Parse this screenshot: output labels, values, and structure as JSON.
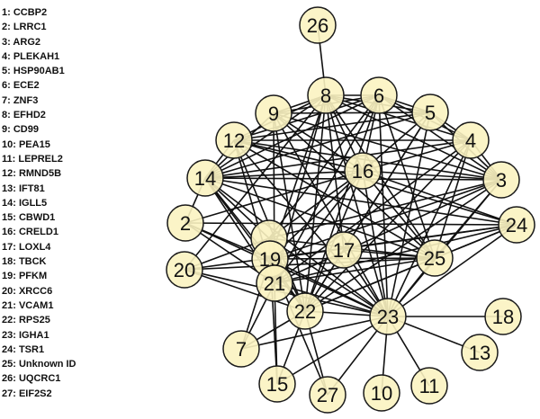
{
  "legend": [
    {
      "id": "1",
      "name": "CCBP2"
    },
    {
      "id": "2",
      "name": "LRRC1"
    },
    {
      "id": "3",
      "name": "ARG2"
    },
    {
      "id": "4",
      "name": "PLEKAH1"
    },
    {
      "id": "5",
      "name": "HSP90AB1"
    },
    {
      "id": "6",
      "name": "ECE2"
    },
    {
      "id": "7",
      "name": "ZNF3"
    },
    {
      "id": "8",
      "name": "EFHD2"
    },
    {
      "id": "9",
      "name": "CD99"
    },
    {
      "id": "10",
      "name": "PEA15"
    },
    {
      "id": "11",
      "name": "LEPREL2"
    },
    {
      "id": "12",
      "name": "RMND5B"
    },
    {
      "id": "13",
      "name": "IFT81"
    },
    {
      "id": "14",
      "name": "IGLL5"
    },
    {
      "id": "15",
      "name": "CBWD1"
    },
    {
      "id": "16",
      "name": "CRELD1"
    },
    {
      "id": "17",
      "name": "LOXL4"
    },
    {
      "id": "18",
      "name": "TBCK"
    },
    {
      "id": "19",
      "name": "PFKM"
    },
    {
      "id": "20",
      "name": "XRCC6"
    },
    {
      "id": "21",
      "name": "VCAM1"
    },
    {
      "id": "22",
      "name": "RPS25"
    },
    {
      "id": "23",
      "name": "IGHA1"
    },
    {
      "id": "24",
      "name": "TSR1"
    },
    {
      "id": "25",
      "name": "Unknown ID"
    },
    {
      "id": "26",
      "name": "UQCRC1"
    },
    {
      "id": "27",
      "name": "EIF2S2"
    }
  ],
  "legend_separator": ": ",
  "colors": {
    "node_fill": "#fbf3c1",
    "node_stroke": "#1a1a1a",
    "edge": "#111111",
    "text": "#111111"
  },
  "nodes": [
    {
      "id": "1",
      "label": ""
    },
    {
      "id": "2",
      "label": "2"
    },
    {
      "id": "3",
      "label": "3"
    },
    {
      "id": "4",
      "label": "4"
    },
    {
      "id": "5",
      "label": "5"
    },
    {
      "id": "6",
      "label": "6"
    },
    {
      "id": "7",
      "label": "7"
    },
    {
      "id": "8",
      "label": "8"
    },
    {
      "id": "9",
      "label": "9"
    },
    {
      "id": "10",
      "label": "10"
    },
    {
      "id": "11",
      "label": "11"
    },
    {
      "id": "12",
      "label": "12"
    },
    {
      "id": "13",
      "label": "13"
    },
    {
      "id": "14",
      "label": "14"
    },
    {
      "id": "15",
      "label": "15"
    },
    {
      "id": "16",
      "label": "16"
    },
    {
      "id": "17",
      "label": "17"
    },
    {
      "id": "18",
      "label": "18"
    },
    {
      "id": "19",
      "label": "19"
    },
    {
      "id": "20",
      "label": "20"
    },
    {
      "id": "21",
      "label": "21"
    },
    {
      "id": "22",
      "label": "22"
    },
    {
      "id": "23",
      "label": "23"
    },
    {
      "id": "24",
      "label": "24"
    },
    {
      "id": "25",
      "label": "25"
    },
    {
      "id": "26",
      "label": "26"
    },
    {
      "id": "27",
      "label": "27"
    }
  ],
  "edges": [
    [
      "26",
      "8"
    ],
    [
      "8",
      "6"
    ],
    [
      "8",
      "9"
    ],
    [
      "8",
      "12"
    ],
    [
      "8",
      "14"
    ],
    [
      "8",
      "16"
    ],
    [
      "8",
      "22"
    ],
    [
      "8",
      "23"
    ],
    [
      "8",
      "19"
    ],
    [
      "8",
      "17"
    ],
    [
      "8",
      "20"
    ],
    [
      "8",
      "3"
    ],
    [
      "8",
      "4"
    ],
    [
      "8",
      "5"
    ],
    [
      "8",
      "25"
    ],
    [
      "8",
      "21"
    ],
    [
      "6",
      "5"
    ],
    [
      "6",
      "12"
    ],
    [
      "6",
      "14"
    ],
    [
      "6",
      "16"
    ],
    [
      "6",
      "23"
    ],
    [
      "6",
      "22"
    ],
    [
      "6",
      "3"
    ],
    [
      "6",
      "25"
    ],
    [
      "6",
      "4"
    ],
    [
      "6",
      "9"
    ],
    [
      "6",
      "21"
    ],
    [
      "6",
      "1"
    ],
    [
      "5",
      "4"
    ],
    [
      "5",
      "3"
    ],
    [
      "5",
      "14"
    ],
    [
      "5",
      "16"
    ],
    [
      "5",
      "23"
    ],
    [
      "5",
      "22"
    ],
    [
      "5",
      "9"
    ],
    [
      "5",
      "12"
    ],
    [
      "5",
      "17"
    ],
    [
      "4",
      "3"
    ],
    [
      "4",
      "14"
    ],
    [
      "4",
      "12"
    ],
    [
      "4",
      "16"
    ],
    [
      "4",
      "23"
    ],
    [
      "4",
      "21"
    ],
    [
      "4",
      "22"
    ],
    [
      "4",
      "25"
    ],
    [
      "3",
      "14"
    ],
    [
      "3",
      "12"
    ],
    [
      "3",
      "16"
    ],
    [
      "3",
      "23"
    ],
    [
      "3",
      "19"
    ],
    [
      "3",
      "21"
    ],
    [
      "3",
      "25"
    ],
    [
      "3",
      "22"
    ],
    [
      "3",
      "1"
    ],
    [
      "9",
      "14"
    ],
    [
      "9",
      "16"
    ],
    [
      "9",
      "22"
    ],
    [
      "9",
      "23"
    ],
    [
      "9",
      "21"
    ],
    [
      "9",
      "25"
    ],
    [
      "9",
      "3"
    ],
    [
      "12",
      "14"
    ],
    [
      "12",
      "16"
    ],
    [
      "12",
      "23"
    ],
    [
      "12",
      "22"
    ],
    [
      "12",
      "21"
    ],
    [
      "12",
      "25"
    ],
    [
      "12",
      "24"
    ],
    [
      "14",
      "16"
    ],
    [
      "14",
      "23"
    ],
    [
      "14",
      "22"
    ],
    [
      "14",
      "24"
    ],
    [
      "14",
      "19"
    ],
    [
      "14",
      "21"
    ],
    [
      "14",
      "25"
    ],
    [
      "14",
      "2"
    ],
    [
      "14",
      "1"
    ],
    [
      "16",
      "23"
    ],
    [
      "16",
      "22"
    ],
    [
      "16",
      "2"
    ],
    [
      "16",
      "19"
    ],
    [
      "16",
      "25"
    ],
    [
      "16",
      "1"
    ],
    [
      "16",
      "21"
    ],
    [
      "16",
      "24"
    ],
    [
      "2",
      "23"
    ],
    [
      "2",
      "19"
    ],
    [
      "2",
      "21"
    ],
    [
      "2",
      "24"
    ],
    [
      "24",
      "23"
    ],
    [
      "24",
      "19"
    ],
    [
      "24",
      "22"
    ],
    [
      "24",
      "21"
    ],
    [
      "24",
      "20"
    ],
    [
      "24",
      "25"
    ],
    [
      "20",
      "25"
    ],
    [
      "20",
      "1"
    ],
    [
      "20",
      "23"
    ],
    [
      "20",
      "22"
    ],
    [
      "19",
      "23"
    ],
    [
      "19",
      "22"
    ],
    [
      "19",
      "25"
    ],
    [
      "19",
      "7"
    ],
    [
      "19",
      "27"
    ],
    [
      "19",
      "1"
    ],
    [
      "21",
      "23"
    ],
    [
      "21",
      "25"
    ],
    [
      "21",
      "7"
    ],
    [
      "21",
      "15"
    ],
    [
      "17",
      "25"
    ],
    [
      "17",
      "23"
    ],
    [
      "17",
      "22"
    ],
    [
      "1",
      "23"
    ],
    [
      "1",
      "25"
    ],
    [
      "1",
      "22"
    ],
    [
      "1",
      "15"
    ],
    [
      "22",
      "23"
    ],
    [
      "22",
      "25"
    ],
    [
      "22",
      "7"
    ],
    [
      "22",
      "15"
    ],
    [
      "22",
      "27"
    ],
    [
      "23",
      "18"
    ],
    [
      "23",
      "13"
    ],
    [
      "23",
      "11"
    ],
    [
      "23",
      "10"
    ],
    [
      "23",
      "27"
    ],
    [
      "23",
      "15"
    ],
    [
      "23",
      "7"
    ],
    [
      "23",
      "25"
    ]
  ]
}
